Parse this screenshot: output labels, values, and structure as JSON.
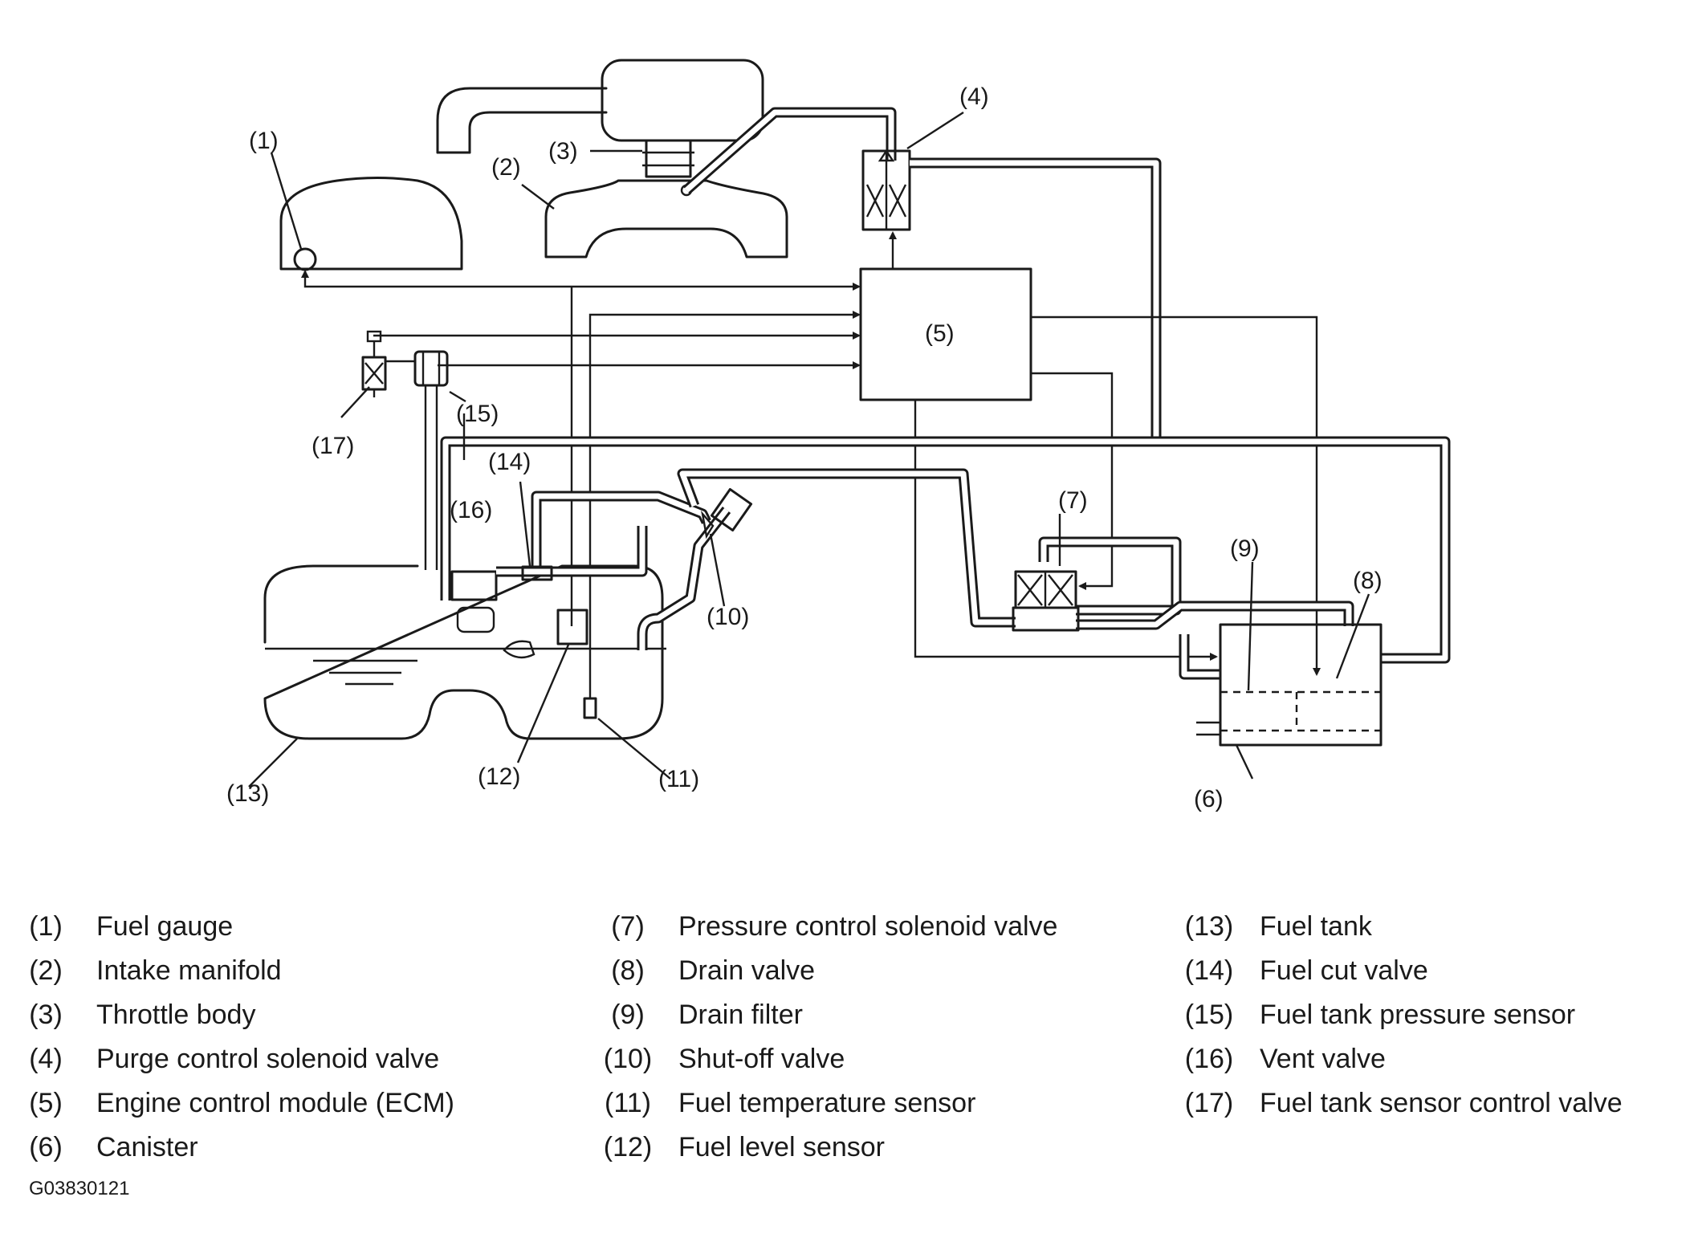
{
  "callouts": {
    "c1": "(1)",
    "c2": "(2)",
    "c3": "(3)",
    "c4": "(4)",
    "c5": "(5)",
    "c6": "(6)",
    "c7": "(7)",
    "c8": "(8)",
    "c9": "(9)",
    "c10": "(10)",
    "c11": "(11)",
    "c12": "(12)",
    "c13": "(13)",
    "c14": "(14)",
    "c15": "(15)",
    "c16": "(16)",
    "c17": "(17)"
  },
  "legend": {
    "columns": [
      [
        {
          "num": "(1)",
          "label": "Fuel gauge"
        },
        {
          "num": "(2)",
          "label": "Intake manifold"
        },
        {
          "num": "(3)",
          "label": "Throttle body"
        },
        {
          "num": "(4)",
          "label": "Purge control solenoid valve"
        },
        {
          "num": "(5)",
          "label": "Engine control module (ECM)"
        },
        {
          "num": "(6)",
          "label": "Canister"
        }
      ],
      [
        {
          "num": "(7)",
          "label": "Pressure control solenoid valve"
        },
        {
          "num": "(8)",
          "label": "Drain valve"
        },
        {
          "num": "(9)",
          "label": "Drain filter"
        },
        {
          "num": "(10)",
          "label": "Shut-off valve"
        },
        {
          "num": "(11)",
          "label": "Fuel temperature sensor"
        },
        {
          "num": "(12)",
          "label": "Fuel level sensor"
        }
      ],
      [
        {
          "num": "(13)",
          "label": "Fuel tank"
        },
        {
          "num": "(14)",
          "label": "Fuel cut valve"
        },
        {
          "num": "(15)",
          "label": "Fuel tank pressure sensor"
        },
        {
          "num": "(16)",
          "label": "Vent valve"
        },
        {
          "num": "(17)",
          "label": "Fuel tank sensor control valve"
        }
      ]
    ]
  },
  "figure_code": "G03830121"
}
